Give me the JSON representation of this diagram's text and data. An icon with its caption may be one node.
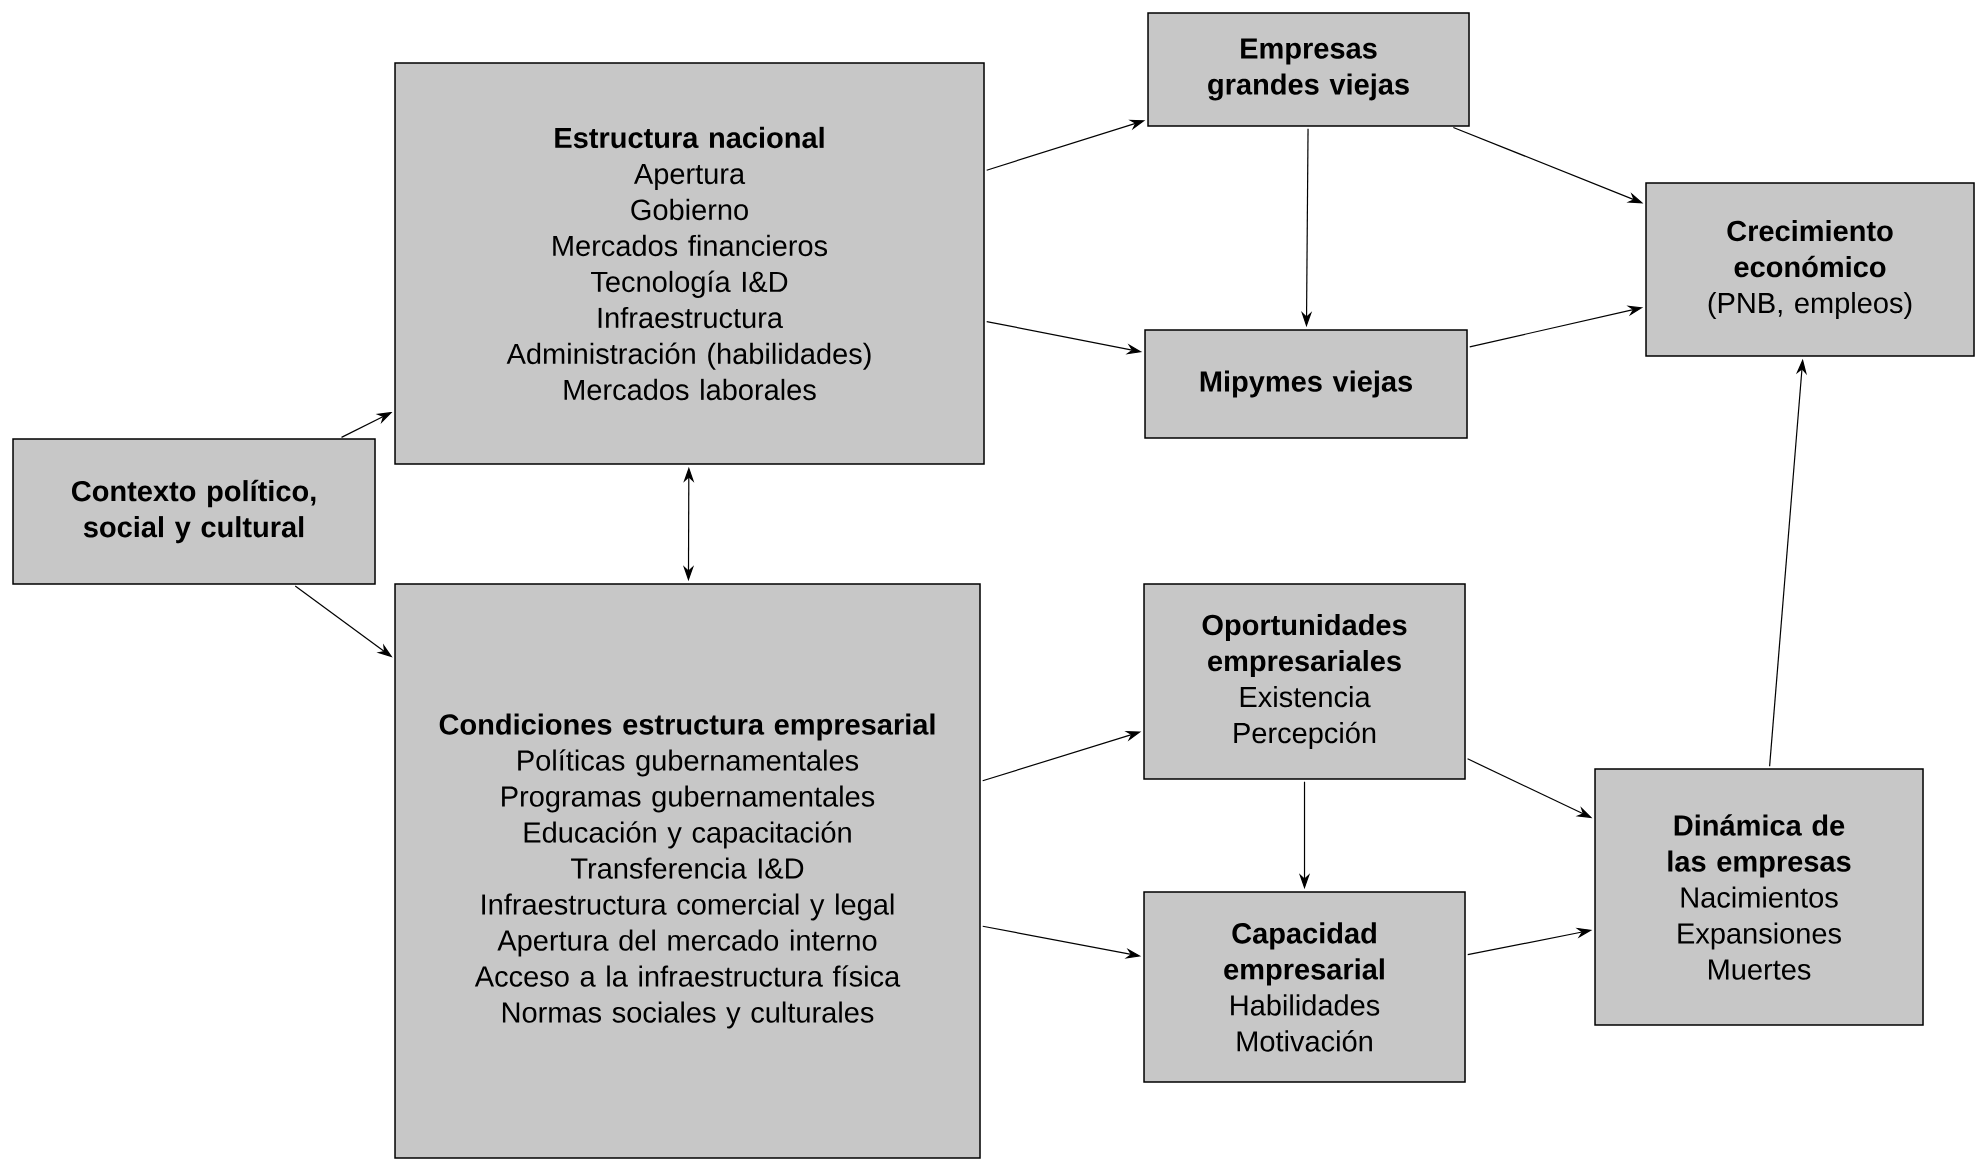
{
  "diagram": {
    "nodes": [
      {
        "text": [
          "Contexto político, social y cultural"
        ]
      },
      {
        "text": [
          "Estructura nacional",
          "Apertura",
          "Gobierno",
          "Mercados financieros",
          "Tecnología I&D",
          "Infraestructura",
          "Administración (habilidades)",
          "Mercados laborales"
        ]
      },
      {
        "text": [
          "Condiciones estructura empresarial",
          "Políticas gubernamentales",
          "Programas gubernamentales",
          "Educación y capacitación",
          "Transferencia I&D",
          "Infraestructura comercial y legal",
          "Apertura del mercado interno",
          "Acceso a la infraestructura física",
          "Normas sociales y culturales"
        ]
      },
      {
        "text": [
          "Empresas grandes viejas"
        ]
      },
      {
        "text": [
          "Mipymes viejas"
        ]
      },
      {
        "text": [
          "Crecimiento económico",
          "(PNB, empleos)"
        ]
      },
      {
        "text": [
          "Oportunidades empresariales",
          "Existencia",
          "Percepción"
        ]
      },
      {
        "text": [
          "Capacidad empresarial",
          "Habilidades",
          "Motivación"
        ]
      },
      {
        "text": [
          "Dinámica de las empresas",
          "Nacimientos",
          "Expansiones",
          "Muertes"
        ]
      }
    ],
    "edges": [
      {
        "from": 0,
        "to": 1,
        "arrow": "to"
      },
      {
        "from": 0,
        "to": 2,
        "arrow": "to"
      },
      {
        "from": 1,
        "to": 2,
        "arrow": "both"
      },
      {
        "from": 1,
        "to": 3,
        "arrow": "to"
      },
      {
        "from": 1,
        "to": 4,
        "arrow": "to"
      },
      {
        "from": 3,
        "to": 4,
        "arrow": "to"
      },
      {
        "from": 3,
        "to": 5,
        "arrow": "to"
      },
      {
        "from": 4,
        "to": 5,
        "arrow": "to"
      },
      {
        "from": 2,
        "to": 6,
        "arrow": "to"
      },
      {
        "from": 2,
        "to": 7,
        "arrow": "to"
      },
      {
        "from": 6,
        "to": 7,
        "arrow": "to"
      },
      {
        "from": 6,
        "to": 8,
        "arrow": "to"
      },
      {
        "from": 7,
        "to": 8,
        "arrow": "to"
      },
      {
        "from": 8,
        "to": 5,
        "arrow": "to"
      }
    ]
  }
}
